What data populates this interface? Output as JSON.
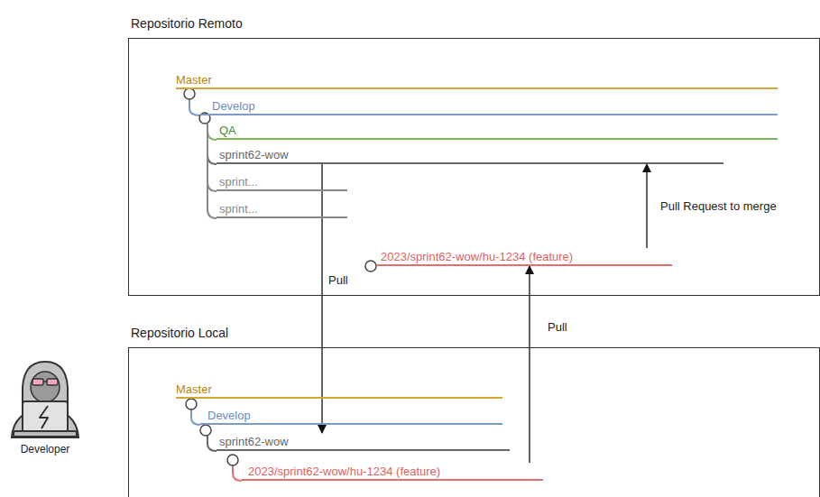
{
  "diagram": {
    "nodes": [
      {
        "text": [
          "Repositorio Remoto"
        ]
      },
      {
        "text": [
          "Master"
        ],
        "in": 0
      },
      {
        "text": [
          "Develop"
        ],
        "in": 0
      },
      {
        "text": [
          "QA"
        ],
        "in": 0
      },
      {
        "text": [
          "sprint62-wow"
        ],
        "in": 0
      },
      {
        "text": [
          "sprint..."
        ],
        "in": 0
      },
      {
        "text": [
          "sprint..."
        ],
        "in": 0
      },
      {
        "text": [
          "2023/sprint62-wow/hu-1234 (feature)"
        ],
        "in": 0
      },
      {
        "text": [
          "Repositorio Local"
        ]
      },
      {
        "text": [
          "Master"
        ],
        "in": 8
      },
      {
        "text": [
          "Develop"
        ],
        "in": 8
      },
      {
        "text": [
          "sprint62-wow"
        ],
        "in": 8
      },
      {
        "text": [
          "2023/sprint62-wow/hu-1234 (feature)"
        ],
        "in": 8
      }
    ],
    "edges": [
      {
        "from": 4,
        "to": 11,
        "arrow": "to",
        "label": "Pull"
      },
      {
        "from": 12,
        "to": 7,
        "arrow": "to",
        "label": "Pull"
      },
      {
        "from": 7,
        "to": 4,
        "arrow": "to",
        "label": "Pull Request to merge"
      }
    ],
    "labels": [
      "Developer"
    ]
  }
}
